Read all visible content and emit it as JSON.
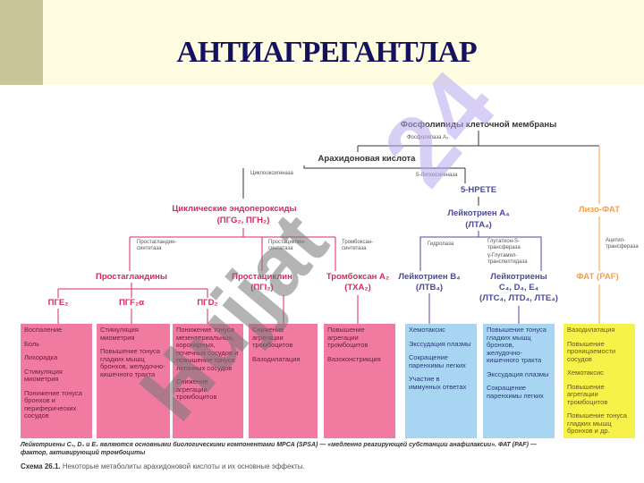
{
  "title": "АНТИАГРЕГАНТЛАР",
  "watermark": {
    "text1": "Hujjat",
    "text2": "24"
  },
  "diagram": {
    "phospholipids": "Фосфолипиды клеточной мембраны",
    "phospholipase": "Фосфолипаза A₂",
    "arachidonic": "Арахидоновая кислота",
    "cyclooxygenase": "Циклооксигеназа",
    "lipoxygenase": "5-Липоксигеназа",
    "endoperoxides": "Циклические эндопероксиды",
    "endoperoxides_sub": "(ПГG₂, ПГH₂)",
    "hpete": "5-HPETE",
    "lta4": "Лейкотриен A₄",
    "lta4_sub": "(ЛТА₄)",
    "lyso_paf": "Лизо-ФАТ",
    "pg_synthetase": "Простагландин-синтетаза",
    "pgi_synthetase": "Простациклин-синтетаза",
    "tx_synthetase": "Тромбоксан-синтетаза",
    "hydrolase": "Гидролаза",
    "glutathione": "Глутатион-S-трансфераза",
    "glutamyl": "γ-Глутамил-транспептидаза",
    "acetyltransferase": "Ацетил-трансфераза",
    "prostaglandins": "Простагландины",
    "prostacyclin": "Простациклин",
    "prostacyclin_sub": "(ПГI₂)",
    "thromboxane": "Тромбоксан A₂",
    "thromboxane_sub": "(TXA₂)",
    "ltb4": "Лейкотриен B₄",
    "ltb4_sub": "(ЛТВ₄)",
    "ltc": "Лейкотриены",
    "ltc_sub1": "C₄, D₄, E₄",
    "ltc_sub2": "(ЛТС₄, ЛТD₄, ЛТЕ₄)",
    "paf": "ФАТ (PAF)",
    "pge2": "ПГE₂",
    "pgf2a": "ПГF₂α",
    "pgd2": "ПГD₂"
  },
  "boxes": [
    {
      "items": [
        "Воспаление",
        "Боль",
        "Лихорадка",
        "Стимуляция миометрия",
        "Понижение тонуса бронхов и периферических сосудов"
      ]
    },
    {
      "items": [
        "Стимуляция миометрия",
        "Повышение тонуса гладких мышц бронхов, желудочно-кишечного тракта"
      ]
    },
    {
      "items": [
        "Понижение тонуса мезентериальных, коронарных, почечных сосудов и повышение тонуса легочных сосудов",
        "Снижение агрегации тромбоцитов"
      ]
    },
    {
      "items": [
        "Снижение агрегации тромбоцитов",
        "Вазодилатация"
      ]
    },
    {
      "items": [
        "Повышение агрегации тромбоцитов",
        "Вазоконстрикция"
      ]
    },
    {
      "items": [
        "Хемотаксис",
        "Экссудация плазмы",
        "Сокращение паренхимы легких",
        "Участие в иммунных ответах"
      ]
    },
    {
      "items": [
        "Повышение тонуса гладких мышц бронхов, желудочно-кишечного тракта",
        "Экссудация плазмы",
        "Сокращение паренхимы легких"
      ]
    },
    {
      "items": [
        "Вазодилатация",
        "Повышение проницаемости сосудов",
        "Хемотаксис",
        "Повышение агрегации тромбоцитов",
        "Повышение тонуса гладких мышц бронхов и др."
      ]
    }
  ],
  "footnote1": "Лейкотриены C₄, D₄ и E₄ являются основными биологическими компонентами МРСА (SPSA) — «медленно реагирующей субстанции анафилаксии». ФАТ (PAF) —",
  "footnote2": "фактор, активирующий тромбоциты",
  "caption_label": "Схема 26.1.",
  "caption_text": "Некоторые метаболиты арахидоновой кислоты и их основные эффекты."
}
